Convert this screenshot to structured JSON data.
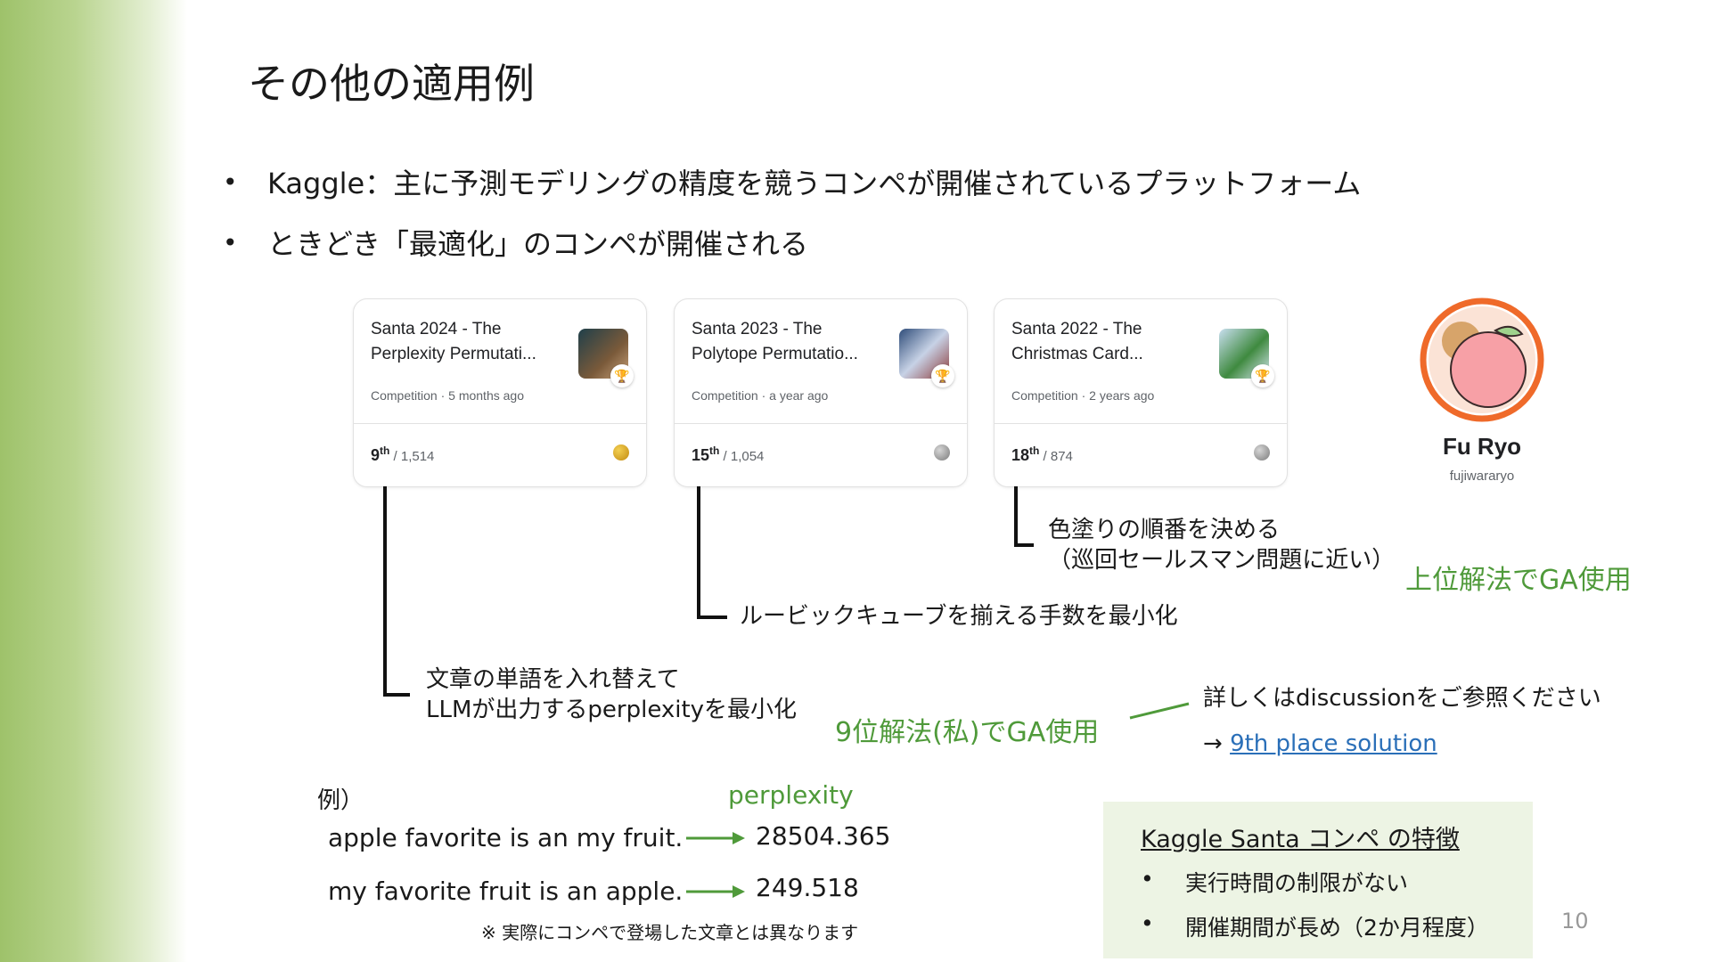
{
  "slide": {
    "title": "その他の適用例",
    "bullets": [
      "Kaggle：主に予測モデリングの精度を競うコンペが開催されているプラットフォーム",
      "ときどき「最適化」のコンペが開催される"
    ],
    "page_number": "10"
  },
  "cards": [
    {
      "title_line1": "Santa 2024 - The",
      "title_line2": "Perplexity Permutati...",
      "meta": "Competition · 5 months ago",
      "rank": "9",
      "suffix": "th",
      "total": "/ 1,514",
      "medal_color": "#d4a017",
      "thumb_color": "#2d5f6e"
    },
    {
      "title_line1": "Santa 2023 - The",
      "title_line2": "Polytope Permutatio...",
      "meta": "Competition · a year ago",
      "rank": "15",
      "suffix": "th",
      "total": "/ 1,054",
      "medal_color": "#9e9e9e",
      "thumb_color": "#3b5a8c"
    },
    {
      "title_line1": "Santa 2022 - The",
      "title_line2": "Christmas Card...",
      "meta": "Competition · 2 years ago",
      "rank": "18",
      "suffix": "th",
      "total": "/ 874",
      "medal_color": "#9e9e9e",
      "thumb_color": "#b9d3ea"
    }
  ],
  "profile": {
    "name": "Fu Ryo",
    "handle": "fujiwararyo",
    "ring_color": "#ef6a2a"
  },
  "notes": {
    "santa2022_line1": "色塗りの順番を決める",
    "santa2022_line2": "（巡回セールスマン問題に近い）",
    "santa2022_tag": "上位解法でGA使用",
    "santa2023": "ルービックキューブを揃える手数を最小化",
    "santa2024_line1": "文章の単語を入れ替えて",
    "santa2024_line2": "LLMが出力するperplexityを最小化",
    "santa2024_tag": "9位解法(私)でGA使用",
    "discussion": "詳しくはdiscussionをご参照ください",
    "arrow": "→",
    "link_text": "9th place solution"
  },
  "example": {
    "label": "例）",
    "metric_header": "perplexity",
    "rows": [
      {
        "sentence": "apple favorite is an my fruit.",
        "value": "28504.365"
      },
      {
        "sentence": "my favorite fruit is an apple.",
        "value": "249.518"
      }
    ],
    "footnote": "※ 実際にコンペで登場した文章とは異なります"
  },
  "features": {
    "heading": "Kaggle Santa コンペ の特徴",
    "items": [
      "実行時間の制限がない",
      "開催期間が長め（2か月程度）"
    ]
  },
  "colors": {
    "accent_green": "#4f9a3a",
    "link_blue": "#2a6fb8"
  }
}
